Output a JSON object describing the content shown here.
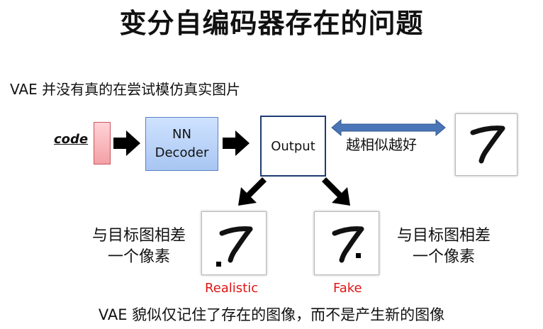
{
  "title": "变分自编码器存在的问题",
  "subtitle": "VAE 并没有真的在尝试模仿真实图片",
  "code_label": "code",
  "decoder": {
    "line1": "NN",
    "line2": "Decoder"
  },
  "output_label": "Output",
  "similarity_text": "越相似越好",
  "compare_left": {
    "line1": "与目标图相差",
    "line2": "一个像素"
  },
  "compare_right": {
    "line1": "与目标图相差",
    "line2": "一个像素"
  },
  "realistic_label": "Realistic",
  "fake_label": "Fake",
  "conclusion": "VAE 貌似仅记住了存在的图像，而不是产生新的图像",
  "colors": {
    "label_red": "#e01515",
    "double_arrow": "#4a76b8",
    "output_border": "#1f3b73"
  }
}
